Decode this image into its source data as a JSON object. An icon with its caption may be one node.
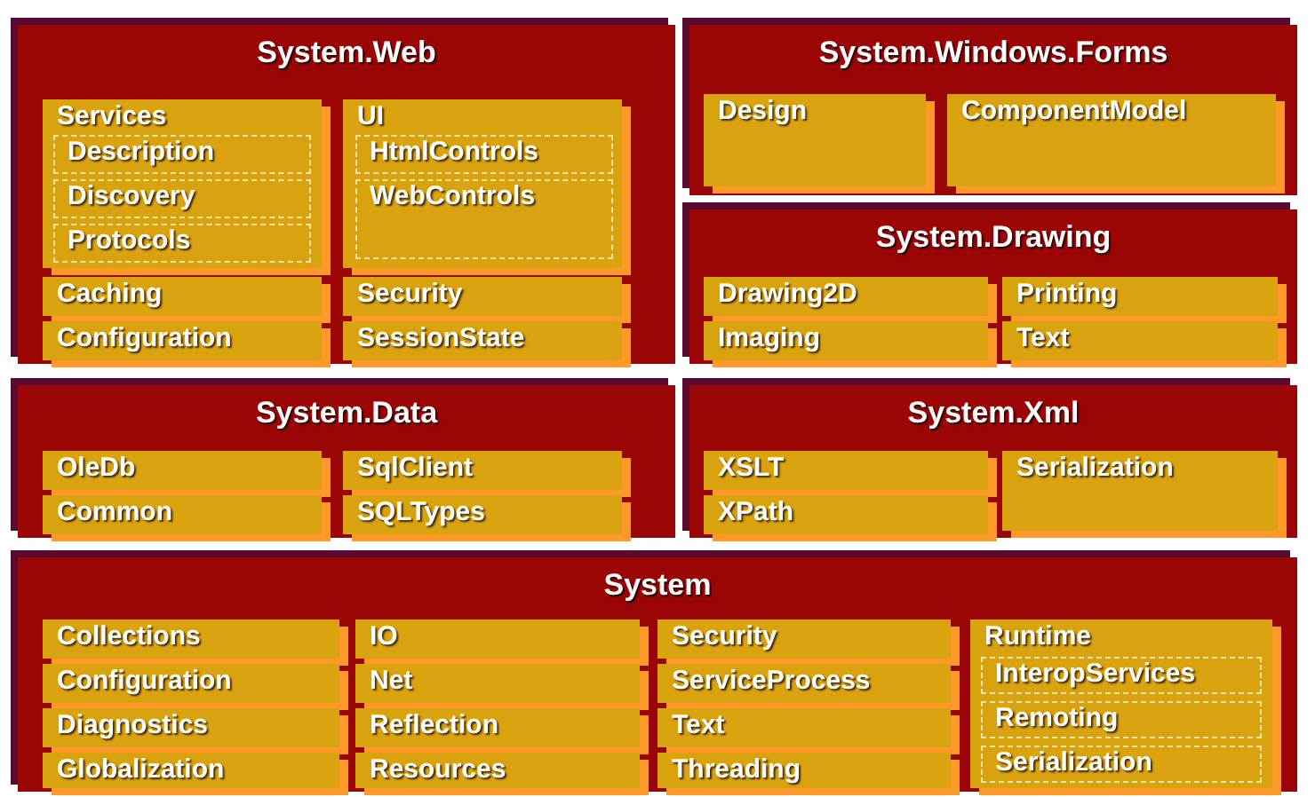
{
  "diagram": {
    "nodes": [
      {
        "text": [
          "System.Web"
        ]
      },
      {
        "text": [
          "Services"
        ],
        "in": 0
      },
      {
        "text": [
          "Description"
        ],
        "in": 1
      },
      {
        "text": [
          "Discovery"
        ],
        "in": 1
      },
      {
        "text": [
          "Protocols"
        ],
        "in": 1
      },
      {
        "text": [
          "UI"
        ],
        "in": 0
      },
      {
        "text": [
          "HtmlControls"
        ],
        "in": 5
      },
      {
        "text": [
          "WebControls"
        ],
        "in": 5
      },
      {
        "text": [
          "Caching"
        ],
        "in": 0
      },
      {
        "text": [
          "Configuration"
        ],
        "in": 0
      },
      {
        "text": [
          "Security"
        ],
        "in": 0
      },
      {
        "text": [
          "SessionState"
        ],
        "in": 0
      },
      {
        "text": [
          "System.Windows.Forms"
        ]
      },
      {
        "text": [
          "Design"
        ],
        "in": 12
      },
      {
        "text": [
          "ComponentModel"
        ],
        "in": 12
      },
      {
        "text": [
          "System.Drawing"
        ]
      },
      {
        "text": [
          "Drawing2D"
        ],
        "in": 15
      },
      {
        "text": [
          "Imaging"
        ],
        "in": 15
      },
      {
        "text": [
          "Printing"
        ],
        "in": 15
      },
      {
        "text": [
          "Text"
        ],
        "in": 15
      },
      {
        "text": [
          "System.Data"
        ]
      },
      {
        "text": [
          "OleDb"
        ],
        "in": 20
      },
      {
        "text": [
          "Common"
        ],
        "in": 20
      },
      {
        "text": [
          "SqlClient"
        ],
        "in": 20
      },
      {
        "text": [
          "SQLTypes"
        ],
        "in": 20
      },
      {
        "text": [
          "System.Xml"
        ]
      },
      {
        "text": [
          "XSLT"
        ],
        "in": 25
      },
      {
        "text": [
          "XPath"
        ],
        "in": 25
      },
      {
        "text": [
          "Serialization"
        ],
        "in": 25
      },
      {
        "text": [
          "System"
        ]
      },
      {
        "text": [
          "Collections"
        ],
        "in": 29
      },
      {
        "text": [
          "Configuration"
        ],
        "in": 29
      },
      {
        "text": [
          "Diagnostics"
        ],
        "in": 29
      },
      {
        "text": [
          "Globalization"
        ],
        "in": 29
      },
      {
        "text": [
          "IO"
        ],
        "in": 29
      },
      {
        "text": [
          "Net"
        ],
        "in": 29
      },
      {
        "text": [
          "Reflection"
        ],
        "in": 29
      },
      {
        "text": [
          "Resources"
        ],
        "in": 29
      },
      {
        "text": [
          "Security"
        ],
        "in": 29
      },
      {
        "text": [
          "ServiceProcess"
        ],
        "in": 29
      },
      {
        "text": [
          "Text"
        ],
        "in": 29
      },
      {
        "text": [
          "Threading"
        ],
        "in": 29
      },
      {
        "text": [
          "Runtime"
        ],
        "in": 29
      },
      {
        "text": [
          "InteropServices"
        ],
        "in": 42
      },
      {
        "text": [
          "Remoting"
        ],
        "in": 42
      },
      {
        "text": [
          "Serialization"
        ],
        "in": 42
      }
    ]
  }
}
